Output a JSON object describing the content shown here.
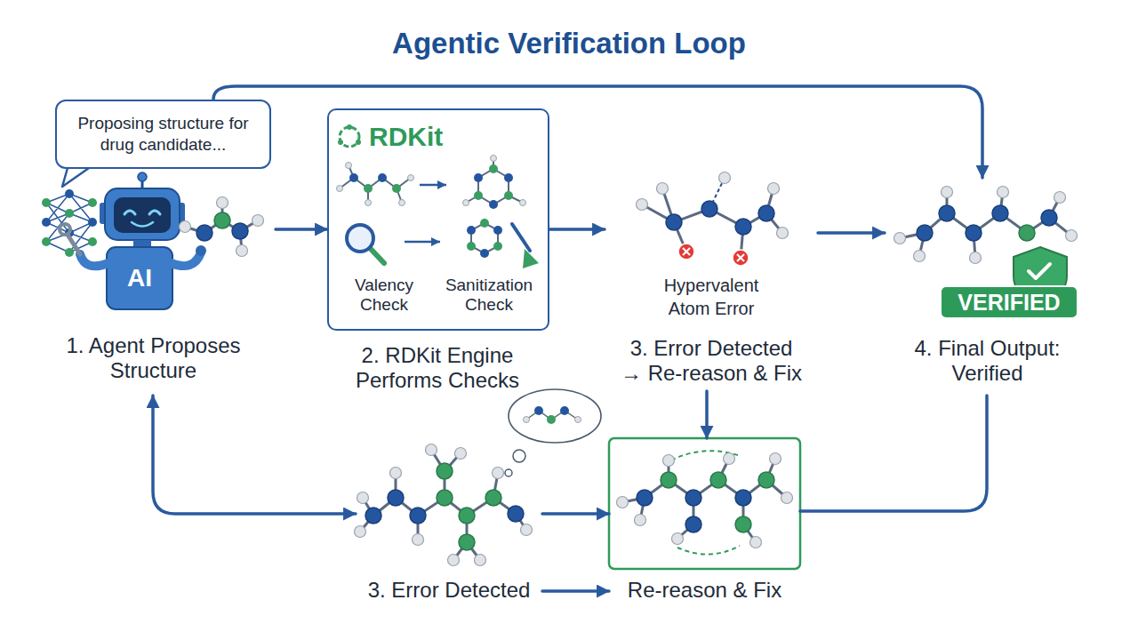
{
  "diagram": {
    "title": "Agentic Verification Loop",
    "nodes": [
      {
        "text": [
          "Proposing structure for drug candidate..."
        ]
      },
      {
        "text": [
          "AI",
          "1. Agent Proposes Structure"
        ]
      },
      {
        "text": [
          "RDKit",
          "Valency Check",
          "Sanitization Check",
          "2. RDKit Engine Performs Checks"
        ]
      },
      {
        "text": [
          "Hypervalent Atom Error",
          "3. Error Detected → Re-reason & Fix"
        ]
      },
      {
        "text": [
          "VERIFIED",
          "4. Final Output: Verified"
        ]
      },
      {
        "text": [
          "3. Error Detected"
        ]
      },
      {
        "text": [
          "Re-reason & Fix"
        ]
      }
    ],
    "edges": [
      {
        "from": 0,
        "to": 4,
        "arrow": "to"
      },
      {
        "from": 1,
        "to": 2,
        "arrow": "to"
      },
      {
        "from": 2,
        "to": 3,
        "arrow": "to"
      },
      {
        "from": 3,
        "to": 4,
        "arrow": "to"
      },
      {
        "from": 3,
        "to": 6,
        "arrow": "to"
      },
      {
        "from": 1,
        "to": 5,
        "arrow": "both"
      },
      {
        "from": 5,
        "to": 6,
        "arrow": "to"
      },
      {
        "from": 5,
        "to": 6,
        "arrow": "to"
      },
      {
        "from": 6,
        "to": 4,
        "arrow": "none"
      }
    ]
  }
}
